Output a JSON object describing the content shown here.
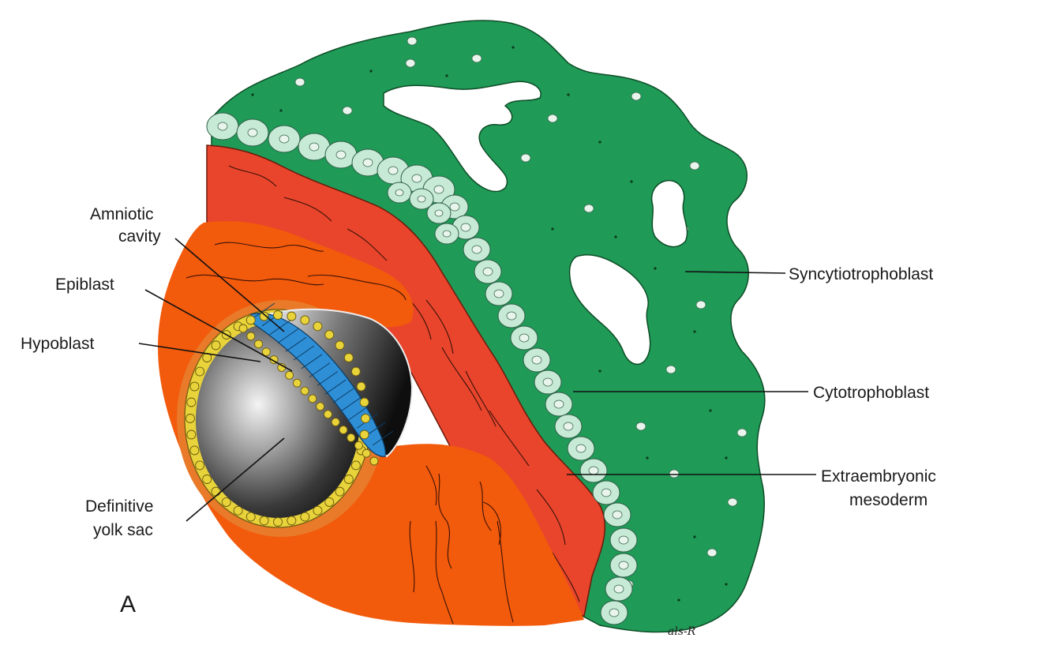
{
  "diagram": {
    "panel_letter": "A",
    "signature": "als-R",
    "labels": {
      "amniotic_cavity_line1": "Amniotic",
      "amniotic_cavity_line2": "cavity",
      "epiblast": "Epiblast",
      "hypoblast": "Hypoblast",
      "definitive_yolk_sac_line1": "Definitive",
      "definitive_yolk_sac_line2": "yolk sac",
      "syncytiotrophoblast": "Syncytiotrophoblast",
      "cytotrophoblast": "Cytotrophoblast",
      "extraembryonic_mesoderm_line1": "Extraembryonic",
      "extraembryonic_mesoderm_line2": "mesoderm"
    },
    "colors": {
      "syncytiotrophoblast": "#1f9a57",
      "cytotrophoblast": "#c7ead6",
      "extraembryonic_mesoderm": "#e8452c",
      "overlay_mesoderm": "#f25a0c",
      "epiblast": "#2f8fd6",
      "hypoblast": "#e8d33a",
      "cavity_dark": "#111111"
    }
  }
}
